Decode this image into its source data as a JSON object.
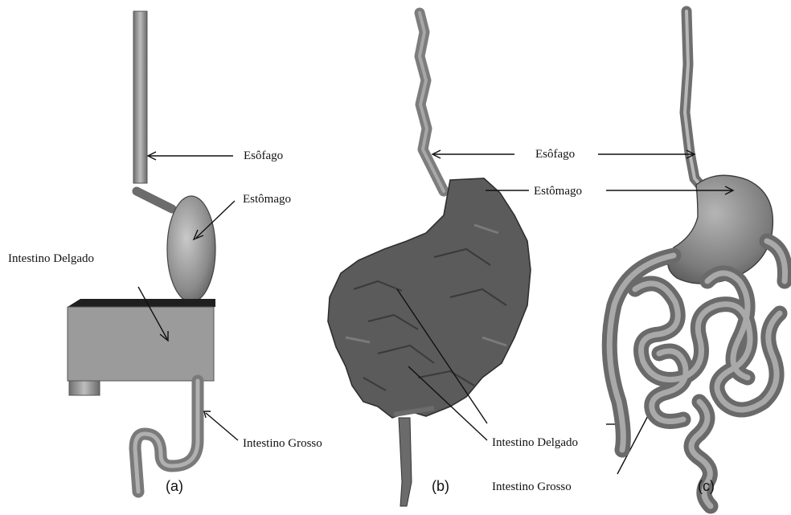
{
  "panels": [
    {
      "caption": "(a)",
      "labels": {
        "esofago": "Esôfago",
        "estomago": "Estômago",
        "intestino_delgado": "Intestino Delgado",
        "intestino_grosso": "Intestino Grosso"
      }
    },
    {
      "caption": "(b)",
      "labels": {
        "intestino_delgado": "Intestino Delgado",
        "intestino_grosso": "Intestino Grosso"
      }
    },
    {
      "caption": "(c)",
      "labels": {
        "esofago": "Esôfago",
        "estomago": "Estômago"
      }
    }
  ],
  "colors": {
    "model_gray": "#8f8f8f",
    "model_dark": "#4a4a4a",
    "scan_gray": "#5a5a5a",
    "line": "#111111"
  }
}
